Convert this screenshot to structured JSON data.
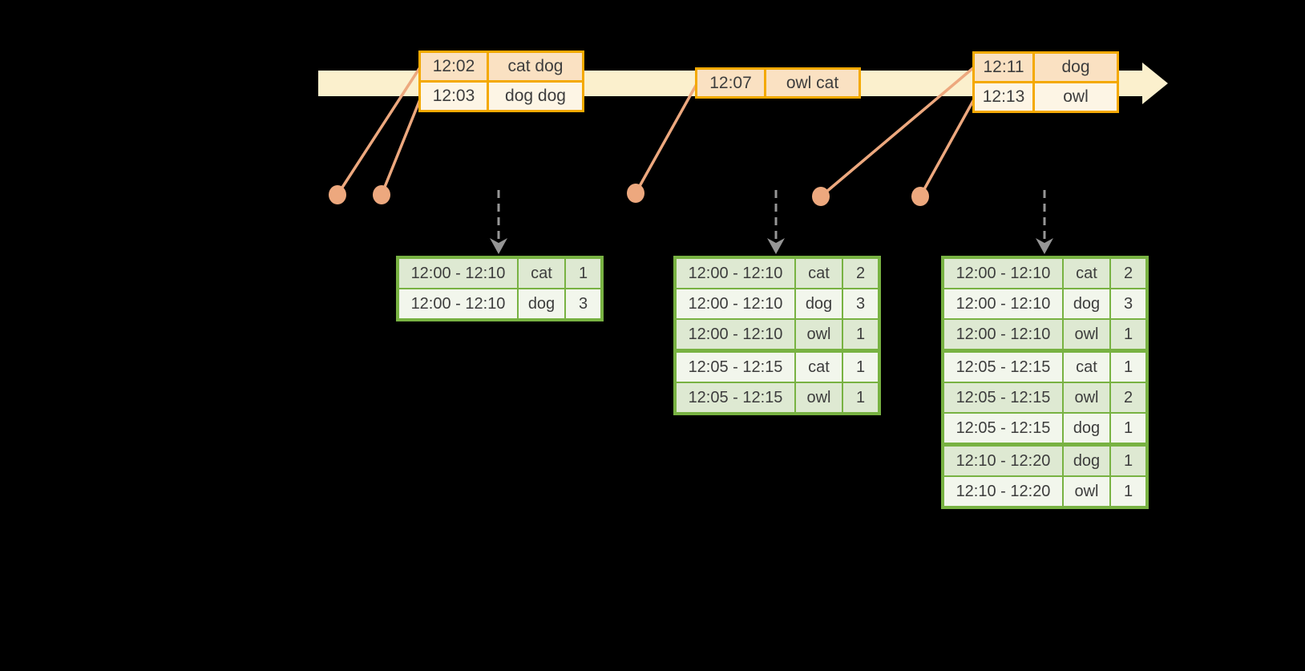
{
  "colors": {
    "background": "#000000",
    "timeline_fill": "#FBF0CD",
    "event_border": "#F4A900",
    "event_row_odd": "#FAE1C2",
    "event_row_even": "#FDF5E5",
    "marker": "#EDA87E",
    "gray_arrow": "#969696",
    "result_border": "#78B242",
    "result_row_odd": "#DEE9D2",
    "result_row_even": "#F2F6EC",
    "text": "#3D3D3D"
  },
  "icons": {
    "timeline": "right-arrow",
    "event_marker": "dot",
    "trigger": "down-dashed-arrow"
  },
  "event_tables": [
    {
      "rows": [
        {
          "time": "12:02",
          "words": "cat dog"
        },
        {
          "time": "12:03",
          "words": "dog dog"
        }
      ]
    },
    {
      "rows": [
        {
          "time": "12:07",
          "words": "owl cat"
        }
      ]
    },
    {
      "rows": [
        {
          "time": "12:11",
          "words": "dog"
        },
        {
          "time": "12:13",
          "words": "owl"
        }
      ]
    }
  ],
  "result_tables": [
    {
      "rows": [
        [
          "12:00 - 12:10",
          "cat",
          "1"
        ],
        [
          "12:00 - 12:10",
          "dog",
          "3"
        ]
      ]
    },
    {
      "rows": [
        [
          "12:00 - 12:10",
          "cat",
          "2"
        ],
        [
          "12:00 - 12:10",
          "dog",
          "3"
        ],
        [
          "12:00 - 12:10",
          "owl",
          "1"
        ],
        [
          "12:05 - 12:15",
          "cat",
          "1"
        ],
        [
          "12:05 - 12:15",
          "owl",
          "1"
        ]
      ]
    },
    {
      "rows": [
        [
          "12:00 - 12:10",
          "cat",
          "2"
        ],
        [
          "12:00 - 12:10",
          "dog",
          "3"
        ],
        [
          "12:00 - 12:10",
          "owl",
          "1"
        ],
        [
          "12:05 - 12:15",
          "cat",
          "1"
        ],
        [
          "12:05 - 12:15",
          "owl",
          "2"
        ],
        [
          "12:05 - 12:15",
          "dog",
          "1"
        ],
        [
          "12:10 - 12:20",
          "dog",
          "1"
        ],
        [
          "12:10 - 12:20",
          "owl",
          "1"
        ]
      ]
    }
  ]
}
